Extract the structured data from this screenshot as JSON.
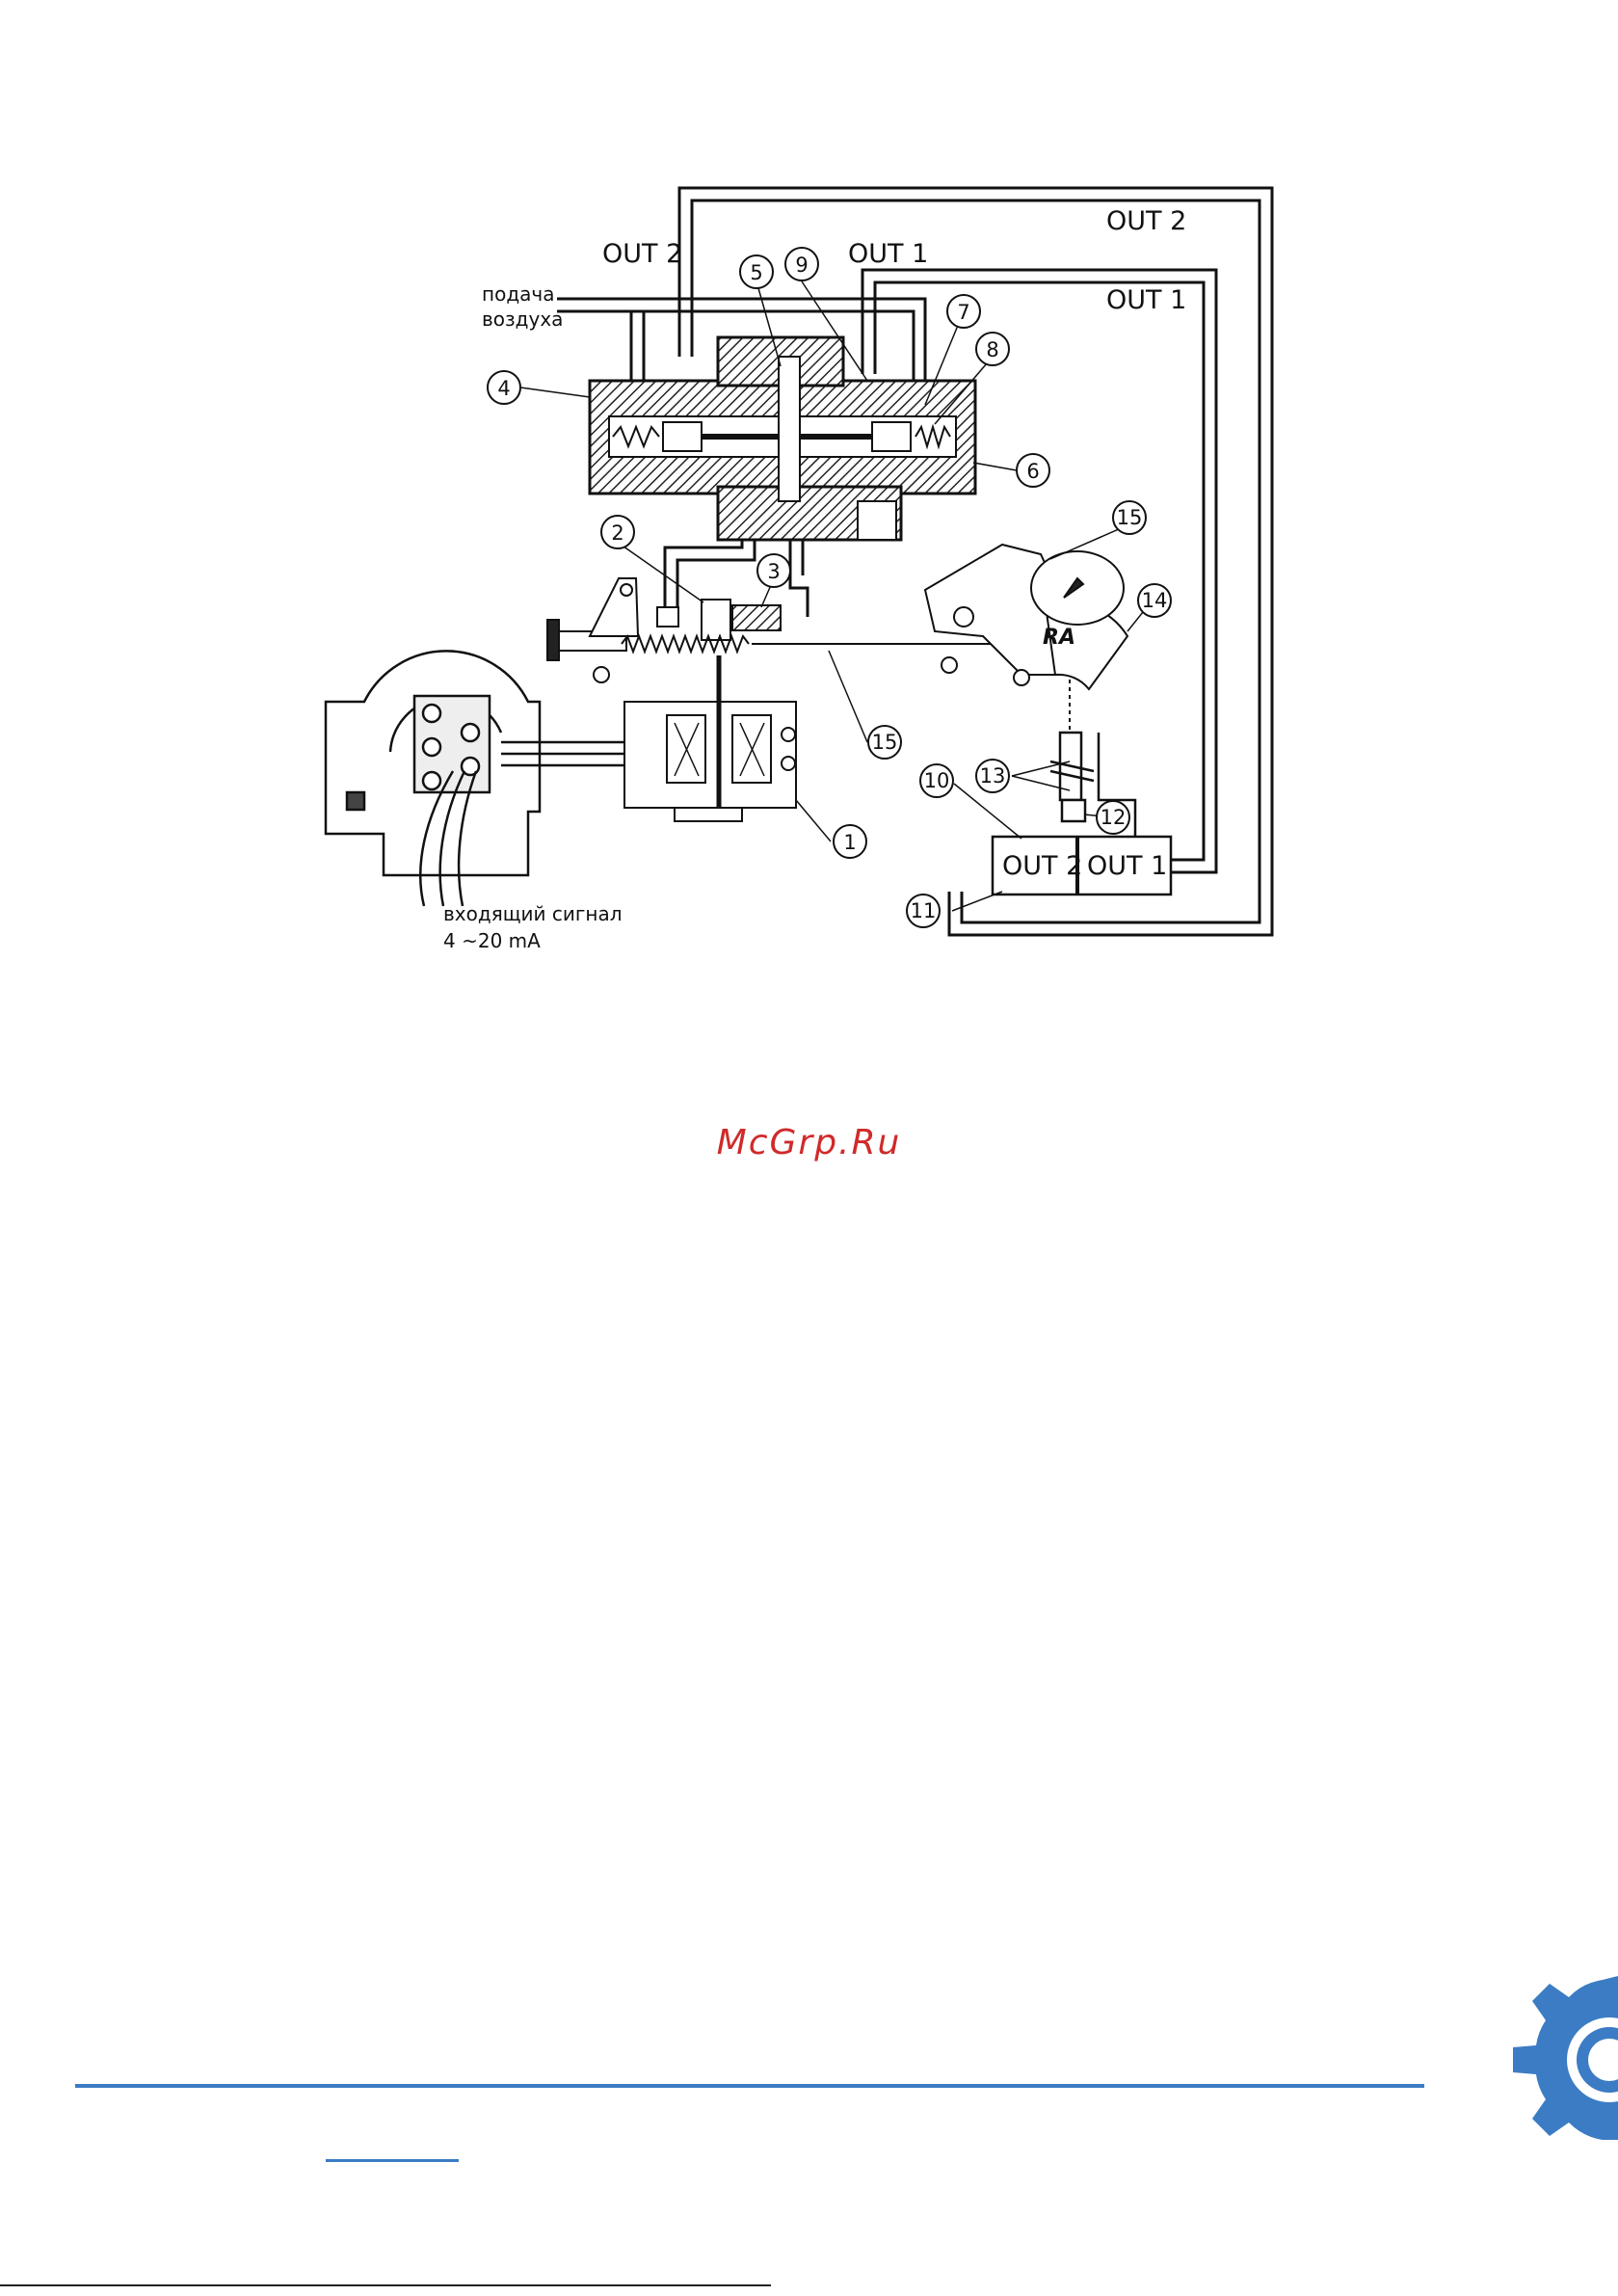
{
  "diagram": {
    "labels": {
      "out2_top": "OUT 2",
      "out1_top": "OUT 1",
      "out2_right": "OUT 2",
      "out1_right": "OUT 1",
      "air_supply_line1": "подача",
      "air_supply_line2": "воздуха",
      "input_line1": "входящий сигнал",
      "input_line2": "4 ~20 mA",
      "ra_mark": "RA",
      "box_out2": "OUT 2",
      "box_out1": "OUT 1"
    },
    "callouts": [
      "1",
      "2",
      "3",
      "4",
      "5",
      "6",
      "7",
      "8",
      "9",
      "10",
      "11",
      "12",
      "13",
      "14",
      "15",
      "15"
    ]
  },
  "watermark": "McGrp.Ru",
  "colors": {
    "accent": "#3b7cc4",
    "watermark": "#d02a2a",
    "line": "#111111"
  },
  "icons": {
    "logo": "gear-icon"
  }
}
